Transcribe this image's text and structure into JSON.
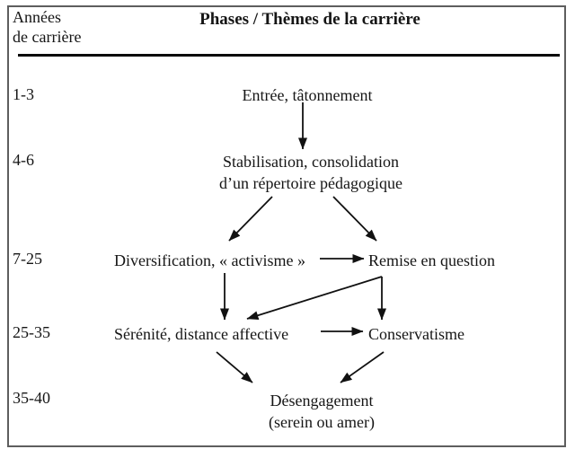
{
  "title": "Phases / Thèmes de la carrière",
  "years_header": {
    "line1": "Années",
    "line2": "de carrière"
  },
  "rows": [
    {
      "years": "1-3",
      "phase": "Entrée, tâtonnement"
    },
    {
      "years": "4-6",
      "phase_line1": "Stabilisation, consolidation",
      "phase_line2": "d’un répertoire pédagogique"
    },
    {
      "years": "7-25",
      "phase_left": "Diversification, « activisme »",
      "phase_right": "Remise en question"
    },
    {
      "years": "25-35",
      "phase_left": "Sérénité, distance affective",
      "phase_right": "Conservatisme"
    },
    {
      "years": "35-40",
      "phase_line1": "Désengagement",
      "phase_line2": "(serein ou amer)"
    }
  ],
  "edges": [
    {
      "from": "Entrée, tâtonnement",
      "to": "Stabilisation, consolidation d’un répertoire pédagogique"
    },
    {
      "from": "Stabilisation, consolidation d’un répertoire pédagogique",
      "to": "Diversification, « activisme »"
    },
    {
      "from": "Stabilisation, consolidation d’un répertoire pédagogique",
      "to": "Remise en question"
    },
    {
      "from": "Diversification, « activisme »",
      "to": "Remise en question"
    },
    {
      "from": "Diversification, « activisme »",
      "to": "Sérénité, distance affective"
    },
    {
      "from": "Remise en question",
      "to": "Sérénité, distance affective"
    },
    {
      "from": "Remise en question",
      "to": "Conservatisme"
    },
    {
      "from": "Sérénité, distance affective",
      "to": "Conservatisme"
    },
    {
      "from": "Sérénité, distance affective",
      "to": "Désengagement (serein ou amer)"
    },
    {
      "from": "Conservatisme",
      "to": "Désengagement (serein ou amer)"
    }
  ],
  "colors": {
    "text": "#151515",
    "frame_border": "#5e5e5e",
    "header_rule": "#0a0a0a",
    "arrow": "#111111",
    "background": "#ffffff"
  }
}
